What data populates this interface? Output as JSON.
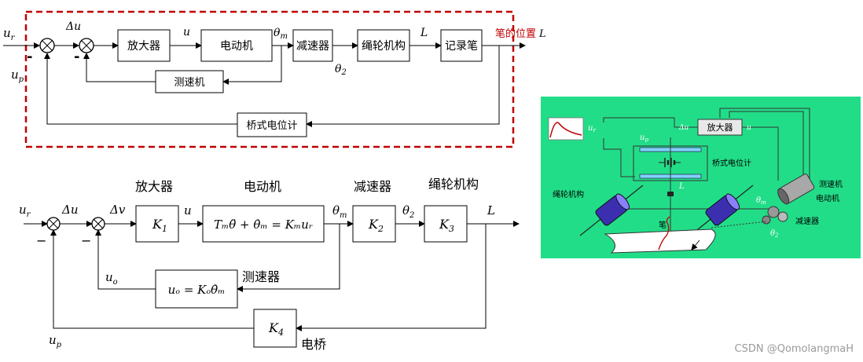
{
  "top_diagram": {
    "input_ur": "u",
    "input_ur_sub": "r",
    "input_up": "u",
    "input_up_sub": "p",
    "delta_u": "Δu",
    "minus_sign": "-",
    "block_amplifier": "放大器",
    "label_u": "u",
    "block_motor": "电动机",
    "label_theta_m": "θ",
    "label_theta_m_sub": "m",
    "block_reducer": "减速器",
    "label_theta2": "θ",
    "label_theta2_sub": "2",
    "block_rope": "绳轮机构",
    "label_L": "L",
    "block_pen": "记录笔",
    "output_label": "笔的位置",
    "output_L": "L",
    "block_tacho": "测速机",
    "block_pot": "桥式电位计",
    "highlight_color": "#c00000"
  },
  "bottom_diagram": {
    "input_ur": "u",
    "input_ur_sub": "r",
    "delta_u": "Δu",
    "delta_v": "Δv",
    "minus1": "−",
    "minus2": "−",
    "title_amplifier": "放大器",
    "block_K1": "K",
    "block_K1_sub": "1",
    "label_u": "u",
    "title_motor": "电动机",
    "block_motor_eq": "Tₘθ̈ + θ̇ₘ = Kₘuᵣ",
    "label_theta_m": "θ",
    "label_theta_m_sub": "m",
    "title_reducer": "减速器",
    "block_K2": "K",
    "block_K2_sub": "2",
    "label_theta2": "θ",
    "label_theta2_sub": "2",
    "title_rope": "绳轮机构",
    "block_K3": "K",
    "block_K3_sub": "3",
    "label_L": "L",
    "label_uo": "u",
    "label_uo_sub": "o",
    "block_tacho_eq": "uₒ = Kₒθ̇ₘ",
    "title_tacho": "测速器",
    "block_K4": "K",
    "block_K4_sub": "4",
    "title_bridge": "电桥",
    "label_up": "u",
    "label_up_sub": "p"
  },
  "picture": {
    "background_color": "#22dd88",
    "label_amplifier": "放大器",
    "label_pot": "桥式电位计",
    "label_rope": "绳轮机构",
    "label_tacho": "测速机",
    "label_motor": "电动机",
    "label_reducer": "减速器",
    "label_pen": "笔",
    "label_ur": "u",
    "label_ur_sub": "r",
    "label_up": "u",
    "label_up_sub": "p",
    "label_du": "Δu",
    "label_u": "u",
    "label_L": "L",
    "label_theta_m": "θ",
    "label_theta_m_sub": "m",
    "label_theta2": "θ",
    "label_theta2_sub": "2"
  },
  "watermark": "CSDN @QomolangmaH"
}
